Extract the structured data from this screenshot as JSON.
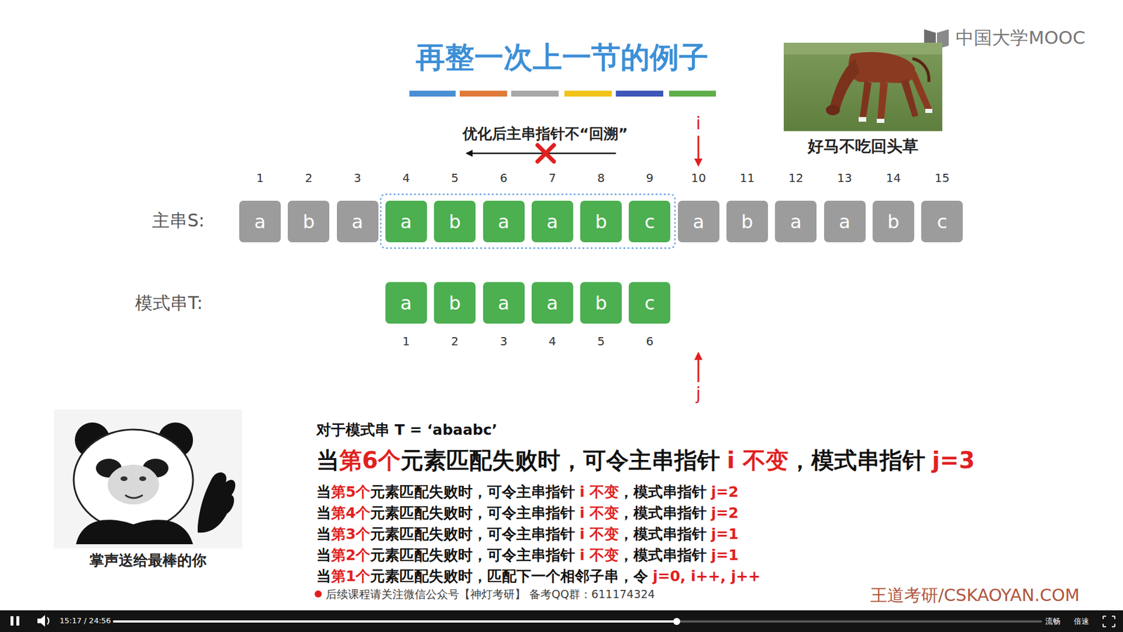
{
  "diagram": {
    "title": "再整一次上一节的例子",
    "nodes": [
      {
        "text": [
          "a"
        ]
      },
      {
        "text": [
          "b"
        ]
      },
      {
        "text": [
          "a"
        ]
      },
      {
        "text": [
          "a"
        ]
      },
      {
        "text": [
          "b"
        ]
      },
      {
        "text": [
          "a"
        ]
      },
      {
        "text": [
          "a"
        ]
      },
      {
        "text": [
          "b"
        ]
      },
      {
        "text": [
          "c"
        ]
      },
      {
        "text": [
          "a"
        ]
      },
      {
        "text": [
          "b"
        ]
      },
      {
        "text": [
          "a"
        ]
      },
      {
        "text": [
          "a"
        ]
      },
      {
        "text": [
          "b"
        ]
      },
      {
        "text": [
          "c"
        ]
      },
      {
        "text": [
          "a"
        ]
      },
      {
        "text": [
          "b"
        ]
      },
      {
        "text": [
          "a"
        ]
      },
      {
        "text": [
          "a"
        ]
      },
      {
        "text": [
          "b"
        ]
      },
      {
        "text": [
          "c"
        ]
      }
    ],
    "labels": [
      "优化后主串指针不“回溯”",
      "i",
      "j",
      "1",
      "2",
      "3",
      "4",
      "5",
      "6",
      "7",
      "8",
      "9",
      "10",
      "11",
      "12",
      "13",
      "14",
      "15",
      "1",
      "2",
      "3",
      "4",
      "5",
      "6",
      "主串S:",
      "模式串T:",
      "好马不吃回头草",
      "中国大学MOOC",
      "掌声送给最棒的你",
      "对于模式串 T = ‘abaabc’",
      "当",
      "第6个",
      "元素匹配失败时，可令主串指针",
      "i 不变",
      "，模式串指针",
      "j=3",
      "当",
      "第5个",
      "元素匹配失败时，可令主串指针",
      "i 不变",
      "，模式串指针",
      "j=2",
      "当",
      "第4个",
      "元素匹配失败时，可令主串指针",
      "i 不变",
      "，模式串指针",
      "j=2",
      "当",
      "第3个",
      "元素匹配失败时，可令主串指针",
      "i 不变",
      "，模式串指针",
      "j=1",
      "当",
      "第2个",
      "元素匹配失败时，可令主串指针",
      "i 不变",
      "，模式串指针",
      "j=1",
      "当",
      "第1个",
      "元素匹配失败时，匹配下一个相邻子串，令",
      "j=0, i++, j++",
      "后续课程请关注微信公众号【神灯考研】",
      "备考QQ群：611174324",
      "王道考研/CSKAOYAN.COM",
      "15:17 / 24:56",
      "流畅",
      "倍速"
    ]
  }
}
